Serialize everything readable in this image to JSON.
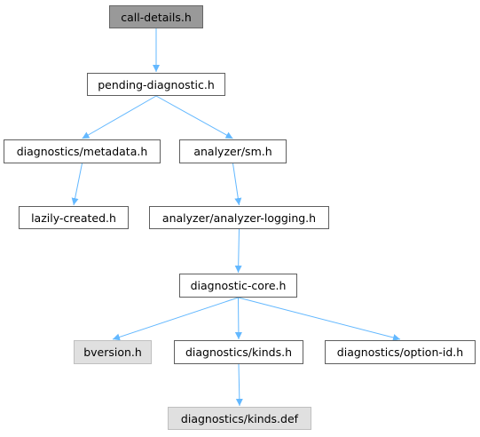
{
  "graph": {
    "nodes": [
      {
        "id": "call_details",
        "label": "call-details.h",
        "style": "root"
      },
      {
        "id": "pending_diagnostic",
        "label": "pending-diagnostic.h",
        "style": "normal"
      },
      {
        "id": "diag_metadata",
        "label": "diagnostics/metadata.h",
        "style": "normal"
      },
      {
        "id": "analyzer_sm",
        "label": "analyzer/sm.h",
        "style": "normal"
      },
      {
        "id": "lazily_created",
        "label": "lazily-created.h",
        "style": "normal"
      },
      {
        "id": "analyzer_logging",
        "label": "analyzer/analyzer-logging.h",
        "style": "normal"
      },
      {
        "id": "diagnostic_core",
        "label": "diagnostic-core.h",
        "style": "normal"
      },
      {
        "id": "bversion",
        "label": "bversion.h",
        "style": "missing"
      },
      {
        "id": "diag_kinds",
        "label": "diagnostics/kinds.h",
        "style": "normal"
      },
      {
        "id": "diag_option_id",
        "label": "diagnostics/option-id.h",
        "style": "normal"
      },
      {
        "id": "diag_kinds_def",
        "label": "diagnostics/kinds.def",
        "style": "missing"
      }
    ],
    "edges": [
      {
        "from": "call_details",
        "to": "pending_diagnostic"
      },
      {
        "from": "pending_diagnostic",
        "to": "diag_metadata"
      },
      {
        "from": "pending_diagnostic",
        "to": "analyzer_sm"
      },
      {
        "from": "diag_metadata",
        "to": "lazily_created"
      },
      {
        "from": "analyzer_sm",
        "to": "analyzer_logging"
      },
      {
        "from": "analyzer_logging",
        "to": "diagnostic_core"
      },
      {
        "from": "diagnostic_core",
        "to": "bversion"
      },
      {
        "from": "diagnostic_core",
        "to": "diag_kinds"
      },
      {
        "from": "diagnostic_core",
        "to": "diag_option_id"
      },
      {
        "from": "diag_kinds",
        "to": "diag_kinds_def"
      }
    ],
    "colors": {
      "edge": "#63b8ff",
      "node_border": "#5f5f5f",
      "root_fill": "#999999",
      "missing_fill": "#e0e0e0",
      "normal_fill": "#ffffff"
    }
  }
}
